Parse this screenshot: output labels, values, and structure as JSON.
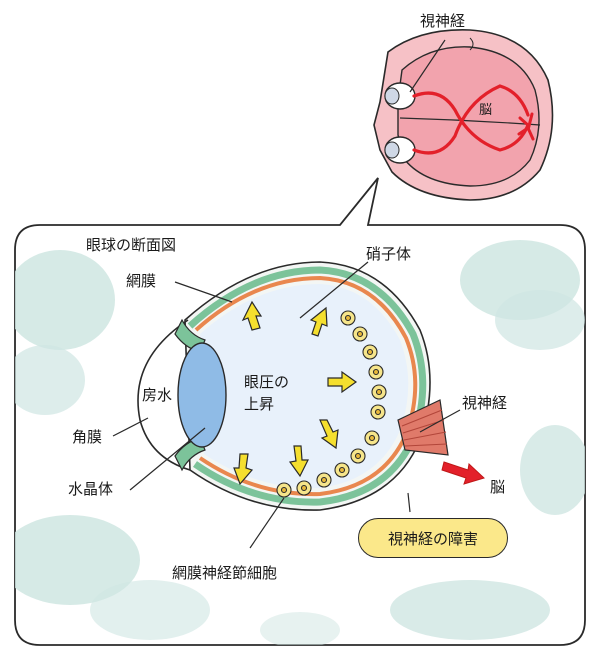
{
  "labels": {
    "optic_nerve_top": "視神経",
    "brain_top": "脳",
    "section_title": "眼球の断面図",
    "vitreous": "硝子体",
    "retina": "網膜",
    "aqueous": "房水",
    "pressure_line1": "眼圧の",
    "pressure_line2": "上昇",
    "optic_nerve_right": "視神経",
    "cornea": "角膜",
    "lens": "水晶体",
    "brain_right": "脳",
    "damage_bubble": "視神経の障害",
    "ganglion_cells": "網膜神経節細胞"
  },
  "colors": {
    "brain_pink": "#f2a3ad",
    "pathway_red": "#e3202a",
    "lens_blue": "#8fbbe6",
    "vitreous_blue": "#e8f1fb",
    "retina_orange": "#e9874e",
    "choroid_green": "#7cc39a",
    "cell_yellow": "#f6e58a",
    "arrow_yellow": "#f5df2e",
    "bubble_yellow": "#fbe88a",
    "background_mint": "#cfe6e2"
  }
}
